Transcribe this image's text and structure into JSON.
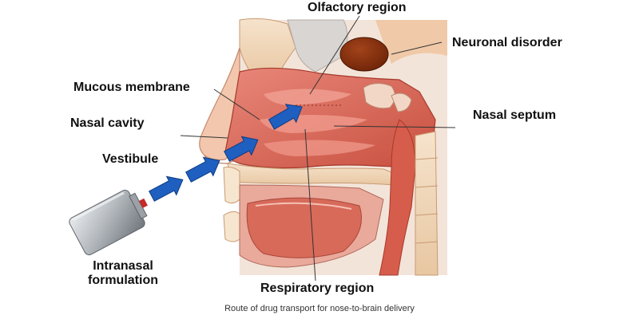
{
  "labels": {
    "olfactory_region": "Olfactory region",
    "neuronal_disorder": "Neuronal disorder",
    "mucous_membrane": "Mucous membrane",
    "nasal_cavity": "Nasal cavity",
    "nasal_septum": "Nasal septum",
    "vestibule": "Vestibule",
    "intranasal_formulation_line1": "Intranasal",
    "intranasal_formulation_line2": "formulation",
    "respiratory_region": "Respiratory region"
  },
  "caption": "Route of drug transport for nose-to-brain delivery",
  "colors": {
    "arrow": "#1f5fbf",
    "arrow_edge": "#0e3c85",
    "neuronal_disorder": "#8a2e0c",
    "tissue": "#d9695b",
    "mucosa": "#e8958a",
    "bone": "#f1d6b8",
    "canister": "#b8bcc0"
  },
  "icons": {
    "spray": "spray-canister-icon",
    "arrows": "flow-arrow-icon"
  }
}
